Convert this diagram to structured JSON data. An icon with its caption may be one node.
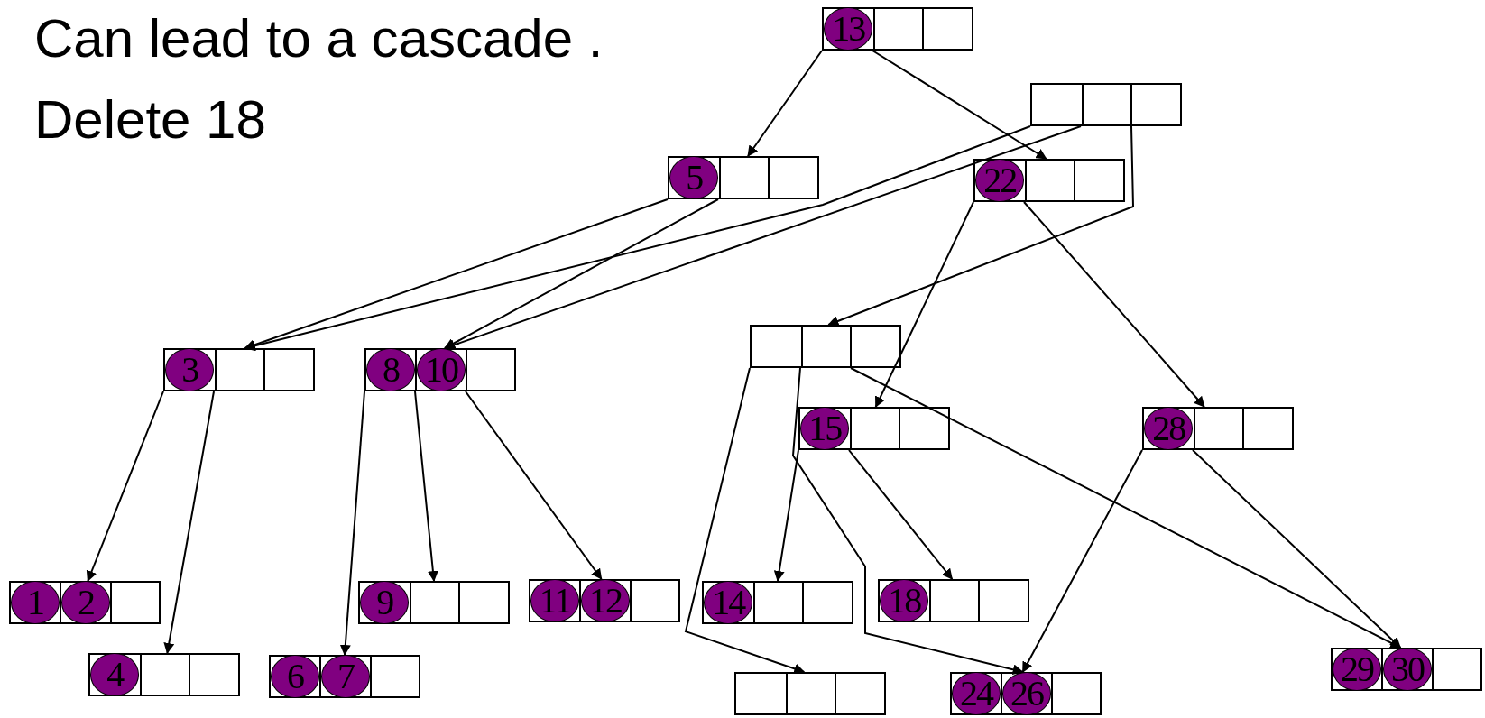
{
  "diagram": {
    "nodes": [
      {
        "text": [
          "13"
        ]
      },
      {
        "text": [],
        "shape": "box"
      },
      {
        "text": [
          "5"
        ]
      },
      {
        "text": [
          "22"
        ]
      },
      {
        "text": [
          "3"
        ]
      },
      {
        "text": [
          "8",
          "10"
        ]
      },
      {
        "text": [],
        "shape": "box"
      },
      {
        "text": [
          "15"
        ]
      },
      {
        "text": [
          "28"
        ]
      },
      {
        "text": [
          "1",
          "2"
        ]
      },
      {
        "text": [
          "9"
        ]
      },
      {
        "text": [
          "11",
          "12"
        ]
      },
      {
        "text": [
          "14"
        ]
      },
      {
        "text": [
          "18"
        ]
      },
      {
        "text": [
          "29",
          "30"
        ]
      },
      {
        "text": [
          "4"
        ]
      },
      {
        "text": [
          "6",
          "7"
        ]
      },
      {
        "text": [],
        "shape": "box"
      },
      {
        "text": [
          "24",
          "26"
        ]
      }
    ],
    "edges": [
      {
        "from": 0,
        "to": 2,
        "arrow": "to"
      },
      {
        "from": 0,
        "to": 3,
        "arrow": "to"
      },
      {
        "from": 1,
        "to": 4,
        "arrow": "to"
      },
      {
        "from": 1,
        "to": 5,
        "arrow": "to"
      },
      {
        "from": 1,
        "to": 6,
        "arrow": "to"
      },
      {
        "from": 2,
        "to": 4,
        "arrow": "to"
      },
      {
        "from": 2,
        "to": 5,
        "arrow": "to"
      },
      {
        "from": 3,
        "to": 7,
        "arrow": "to"
      },
      {
        "from": 3,
        "to": 8,
        "arrow": "to"
      },
      {
        "from": 4,
        "to": 9,
        "arrow": "to"
      },
      {
        "from": 4,
        "to": 15,
        "arrow": "to"
      },
      {
        "from": 5,
        "to": 16,
        "arrow": "to"
      },
      {
        "from": 5,
        "to": 10,
        "arrow": "to"
      },
      {
        "from": 5,
        "to": 11,
        "arrow": "to"
      },
      {
        "from": 6,
        "to": 17,
        "arrow": "to"
      },
      {
        "from": 6,
        "to": 18,
        "arrow": "to"
      },
      {
        "from": 6,
        "to": 14,
        "arrow": "to"
      },
      {
        "from": 7,
        "to": 12,
        "arrow": "to"
      },
      {
        "from": 7,
        "to": 13,
        "arrow": "to"
      },
      {
        "from": 8,
        "to": 18,
        "arrow": "to"
      },
      {
        "from": 8,
        "to": 14,
        "arrow": "to"
      }
    ],
    "labels": [
      "Can lead to a cascade .",
      "Delete 18"
    ]
  }
}
